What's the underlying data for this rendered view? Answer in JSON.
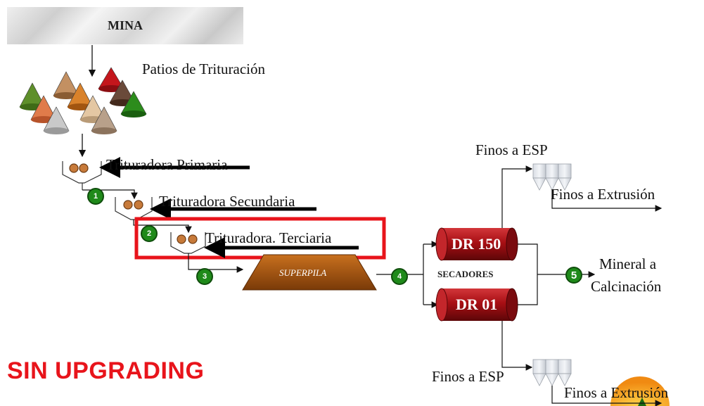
{
  "labels": {
    "mina": "MINA",
    "patios": "Patios de Trituración",
    "primaria": "Trituradora Primaria",
    "secundaria": "Trituradora Secundaria",
    "terciaria": "Trituradora. Terciaria",
    "superpila": "SUPERPILA",
    "secadores": "SECADORES",
    "dr150": "DR 150",
    "dr01": "DR 01",
    "finos_esp_top": "Finos  a ESP",
    "finos_extrusion_top": "Finos  a Extrusión",
    "mineral_a": "Mineral a",
    "calcinacion": "Calcinación",
    "finos_esp_bottom": "Finos  a ESP",
    "finos_extrusion_bottom": "Finos  a Extrusión",
    "sin_upgrading": "SIN UPGRADING"
  },
  "badges": [
    "1",
    "2",
    "3",
    "4",
    "5"
  ],
  "colors": {
    "highlight": "#e8141b",
    "badge": "#1f8a1a",
    "drum": "#a80f14",
    "superpila": "#b35a12"
  }
}
